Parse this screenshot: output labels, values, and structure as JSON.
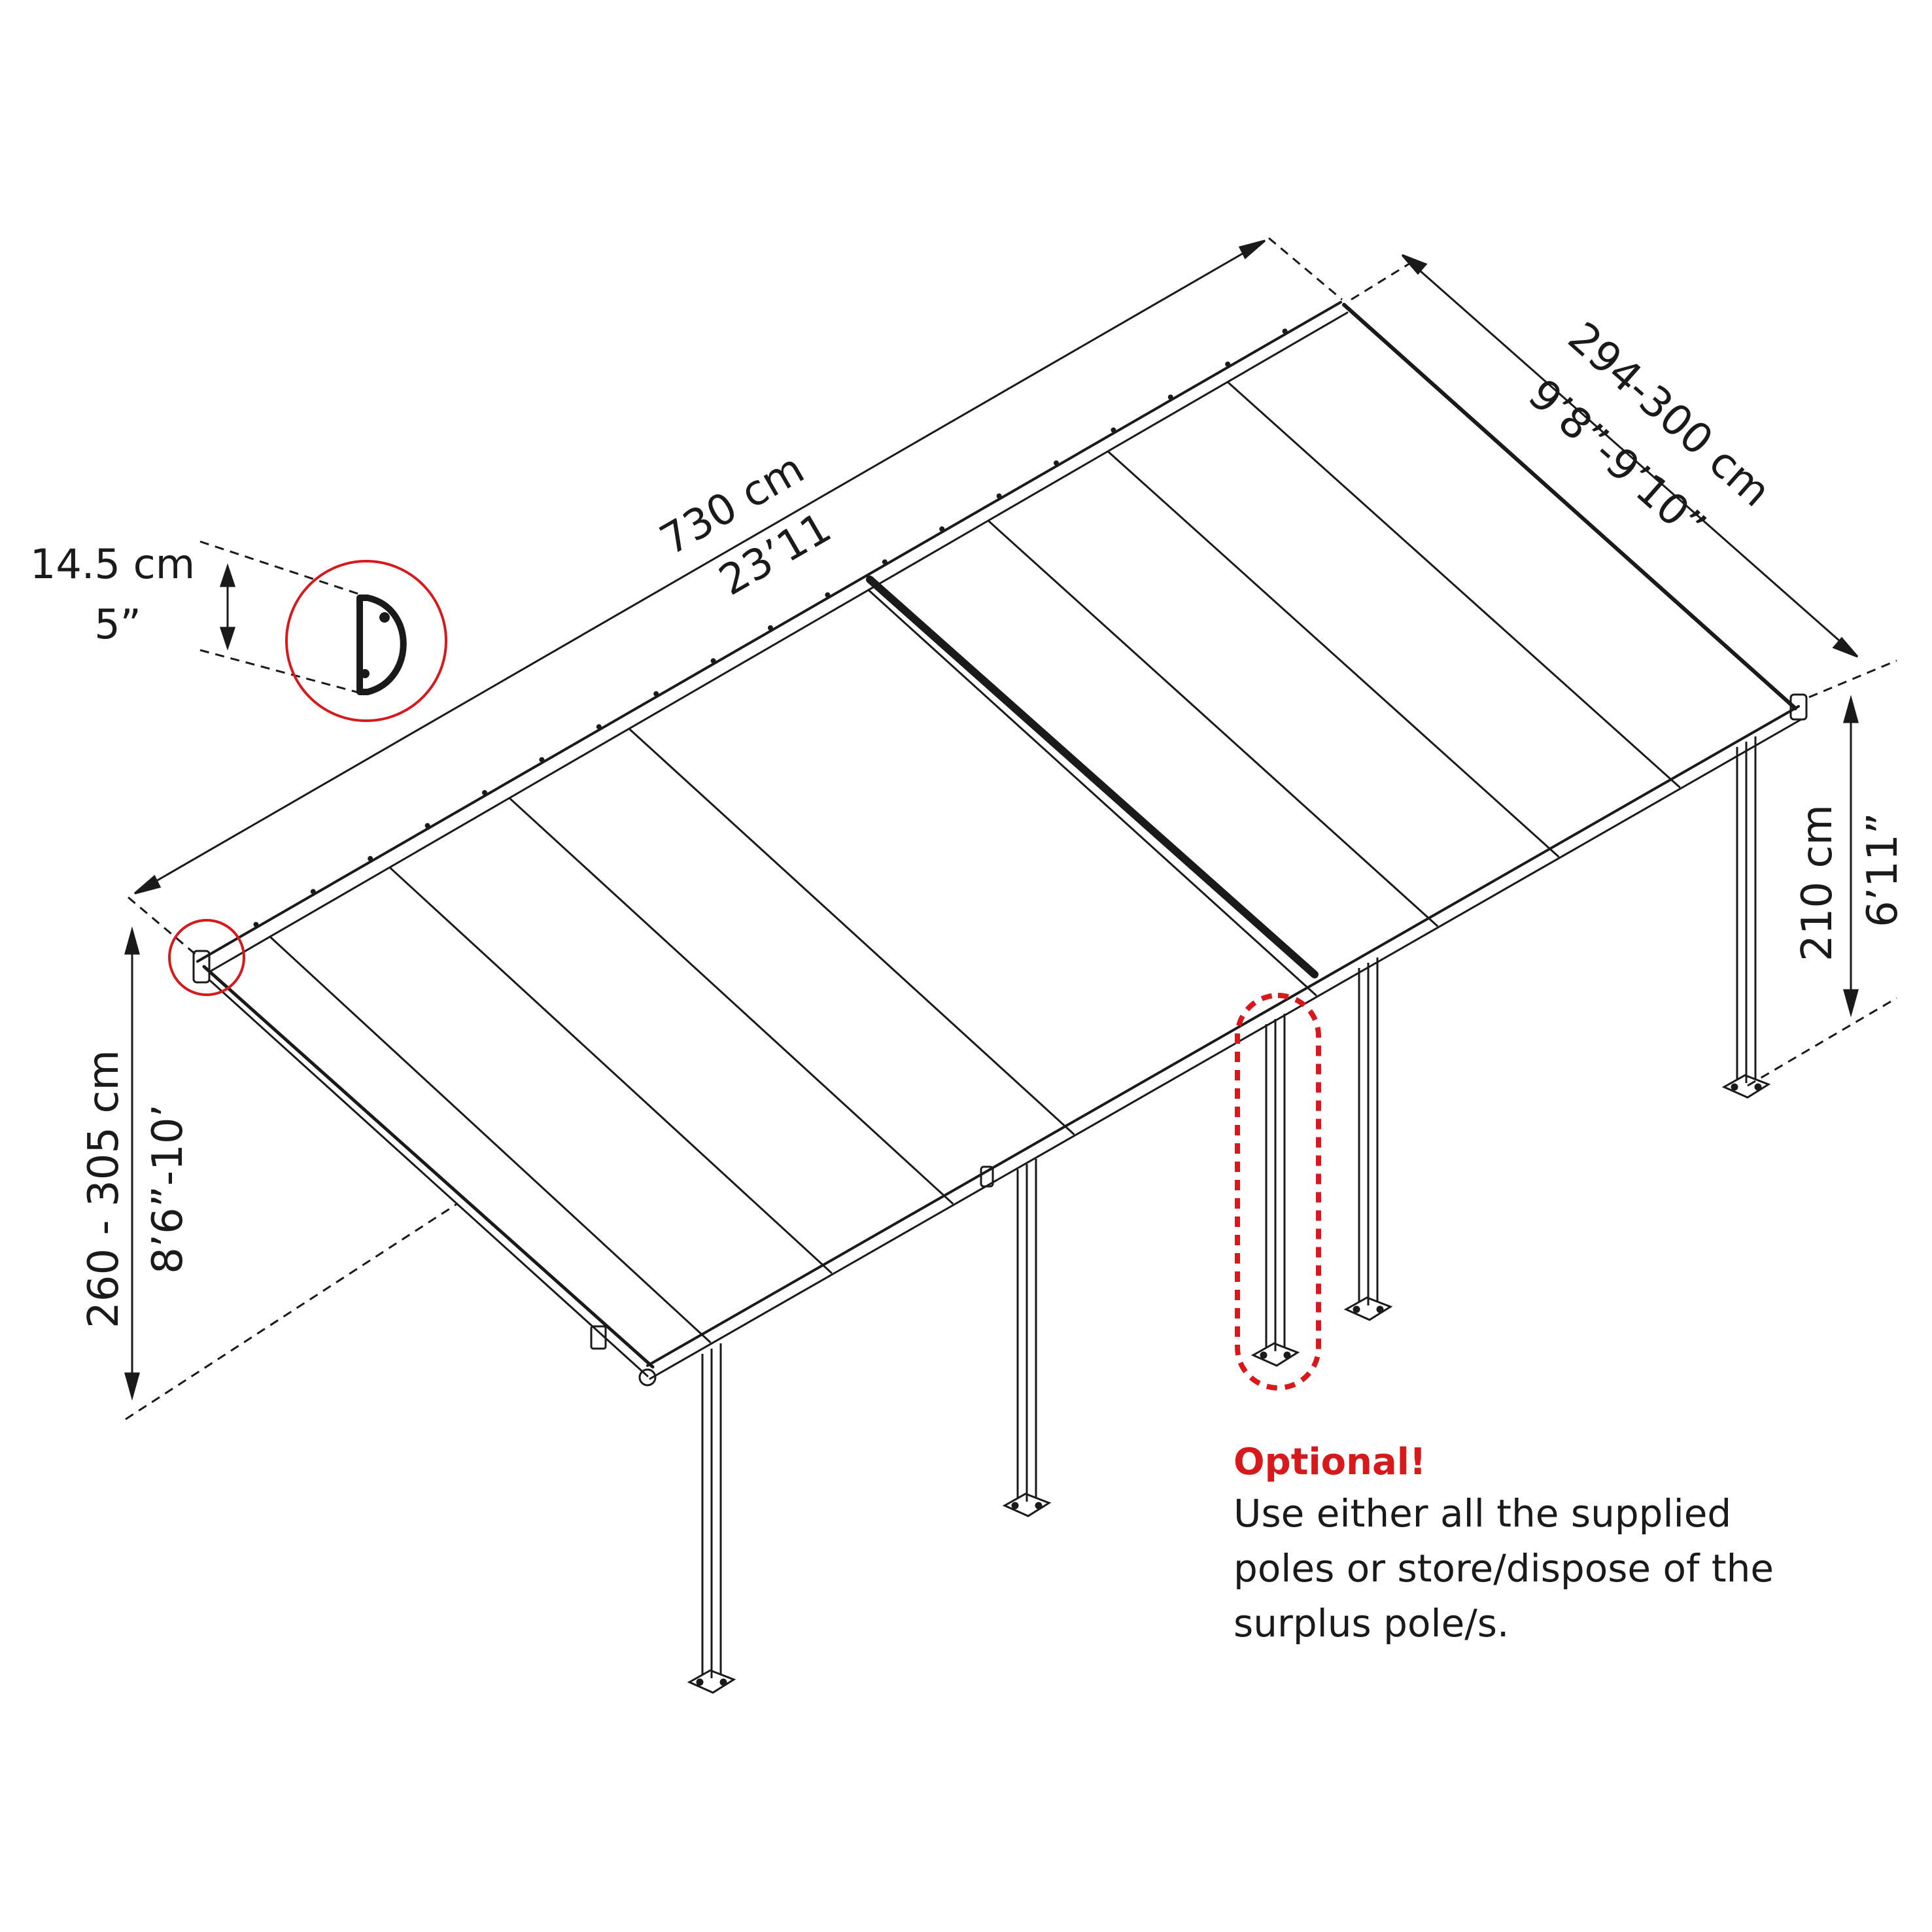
{
  "dimensions": {
    "length_cm": "730 cm",
    "length_ft": "23’11",
    "width_cm": "294-300 cm",
    "width_ft": "9’8”-9’10”",
    "front_height_cm": "210 cm",
    "front_height_ft": "6’11”",
    "back_height_cm": "260 - 305 cm",
    "back_height_ft": "8’6”-10’",
    "gutter_cm": "14.5 cm",
    "gutter_in": "5”"
  },
  "note": {
    "title": "Optional!",
    "lines": [
      "Use either all the supplied",
      "poles or store/dispose of the",
      "surplus pole/s."
    ]
  },
  "colors": {
    "line": "#1a1a1a",
    "accent": "#d7191c"
  }
}
